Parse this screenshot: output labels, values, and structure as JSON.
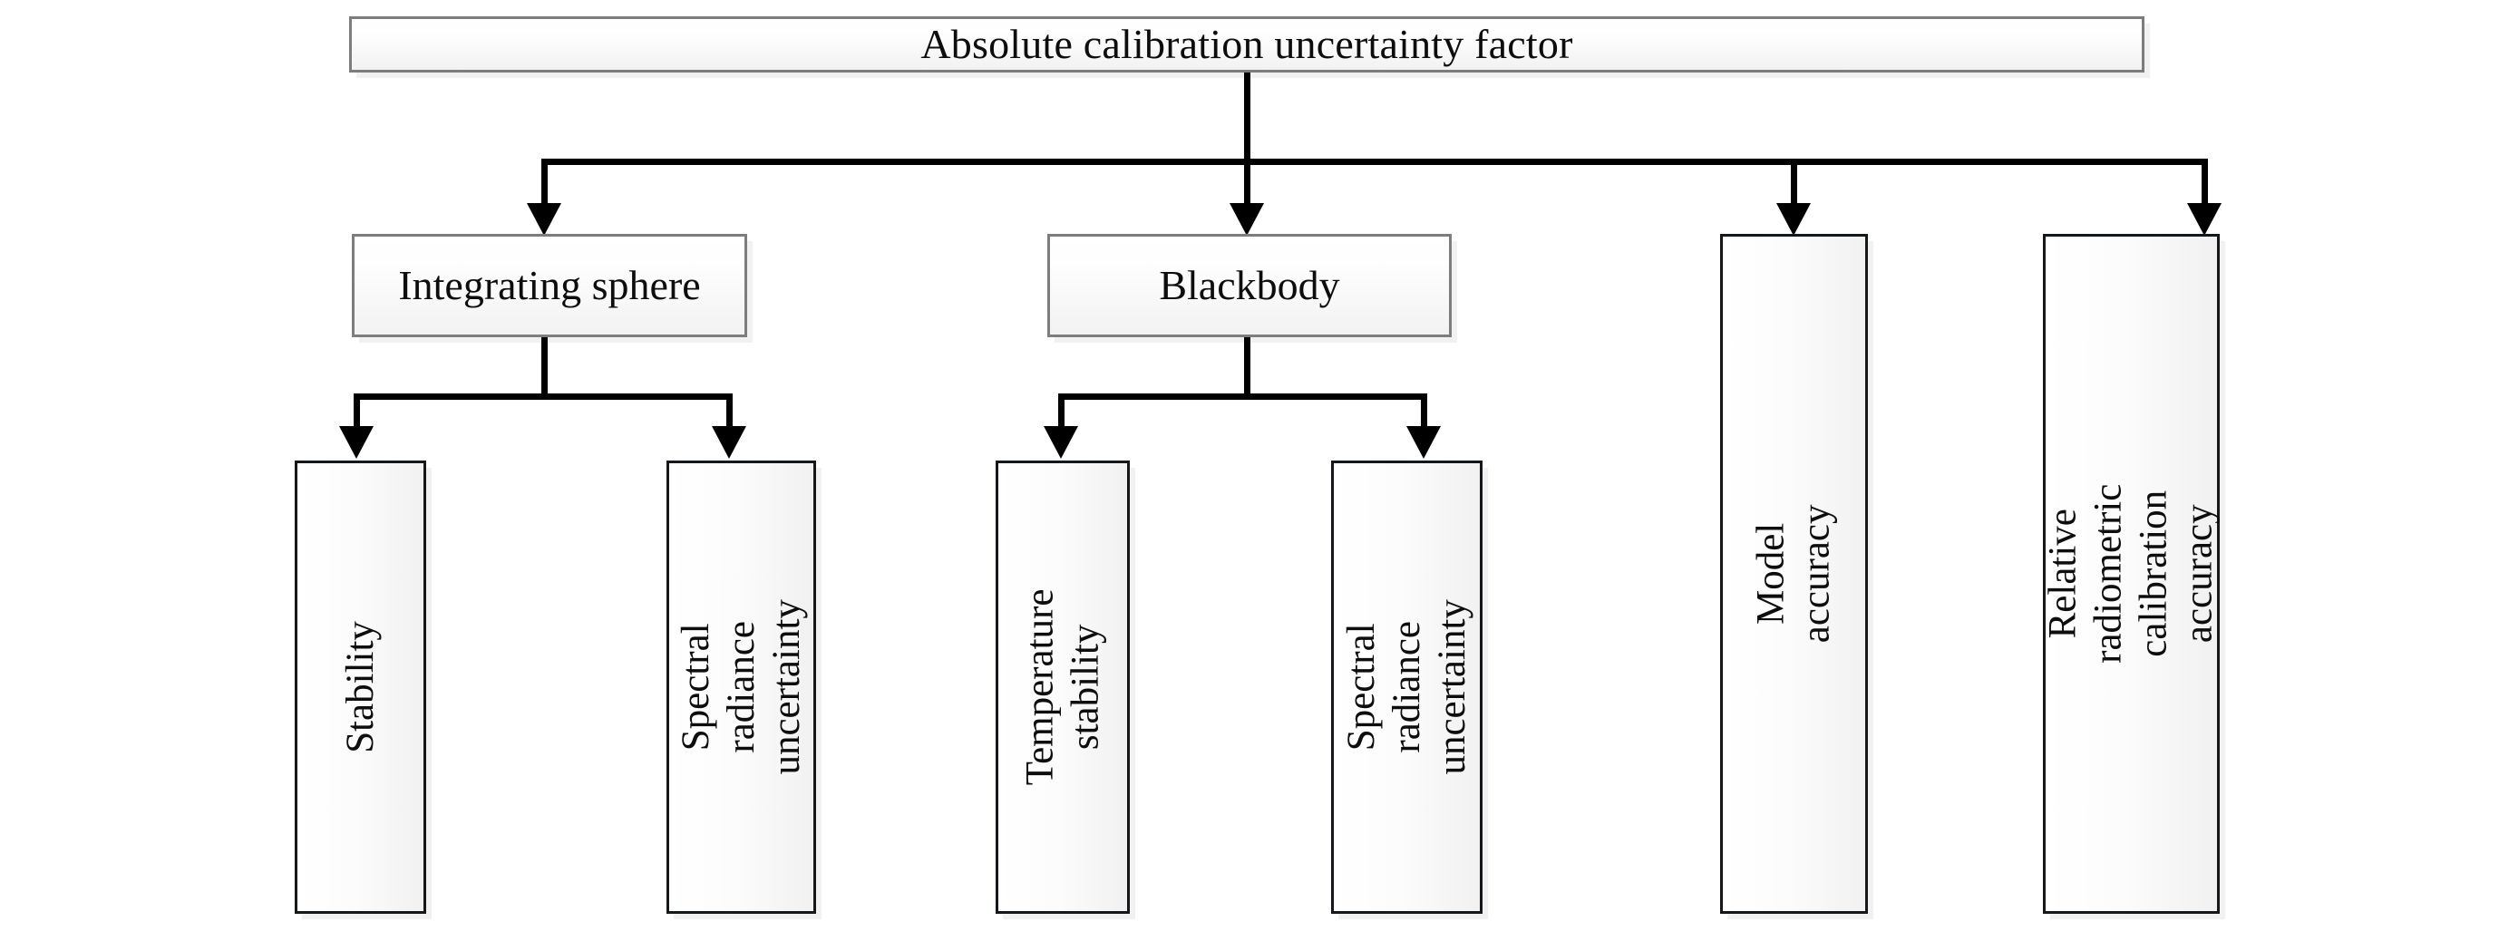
{
  "diagram": {
    "title": "Absolute calibration uncertainty factor",
    "type": "tree-diagram",
    "root": {
      "id": "root",
      "label": "Absolute calibration uncertainty factor"
    },
    "level2": [
      {
        "id": "integrating-sphere",
        "label": "Integrating sphere"
      },
      {
        "id": "blackbody",
        "label": "Blackbody"
      }
    ],
    "leaves": [
      {
        "id": "stability",
        "label": "Stability",
        "parent": "integrating-sphere"
      },
      {
        "id": "spectral-radiance-uncertainty-sphere",
        "label": "Spectral radiance\nuncertainty",
        "parent": "integrating-sphere"
      },
      {
        "id": "temperature-stability",
        "label": "Temperature stability",
        "parent": "blackbody"
      },
      {
        "id": "spectral-radiance-uncertainty-blackbody",
        "label": "Spectral radiance\nuncertainty",
        "parent": "blackbody"
      },
      {
        "id": "model-accuracy",
        "label": "Model accuracy",
        "parent": "root"
      },
      {
        "id": "relative-radiometric-calibration-accuracy",
        "label": "Relative radiometric calibration\naccuracy",
        "parent": "root"
      }
    ],
    "colors": {
      "background": "#ffffff",
      "connector": "#000000",
      "box_border_upper": "#7d7d7d",
      "box_border_leaf": "#15181a",
      "box_fill_light": "#ffffff",
      "box_fill_shade": "#f1f1f1",
      "text": "#0d0d0d"
    }
  }
}
